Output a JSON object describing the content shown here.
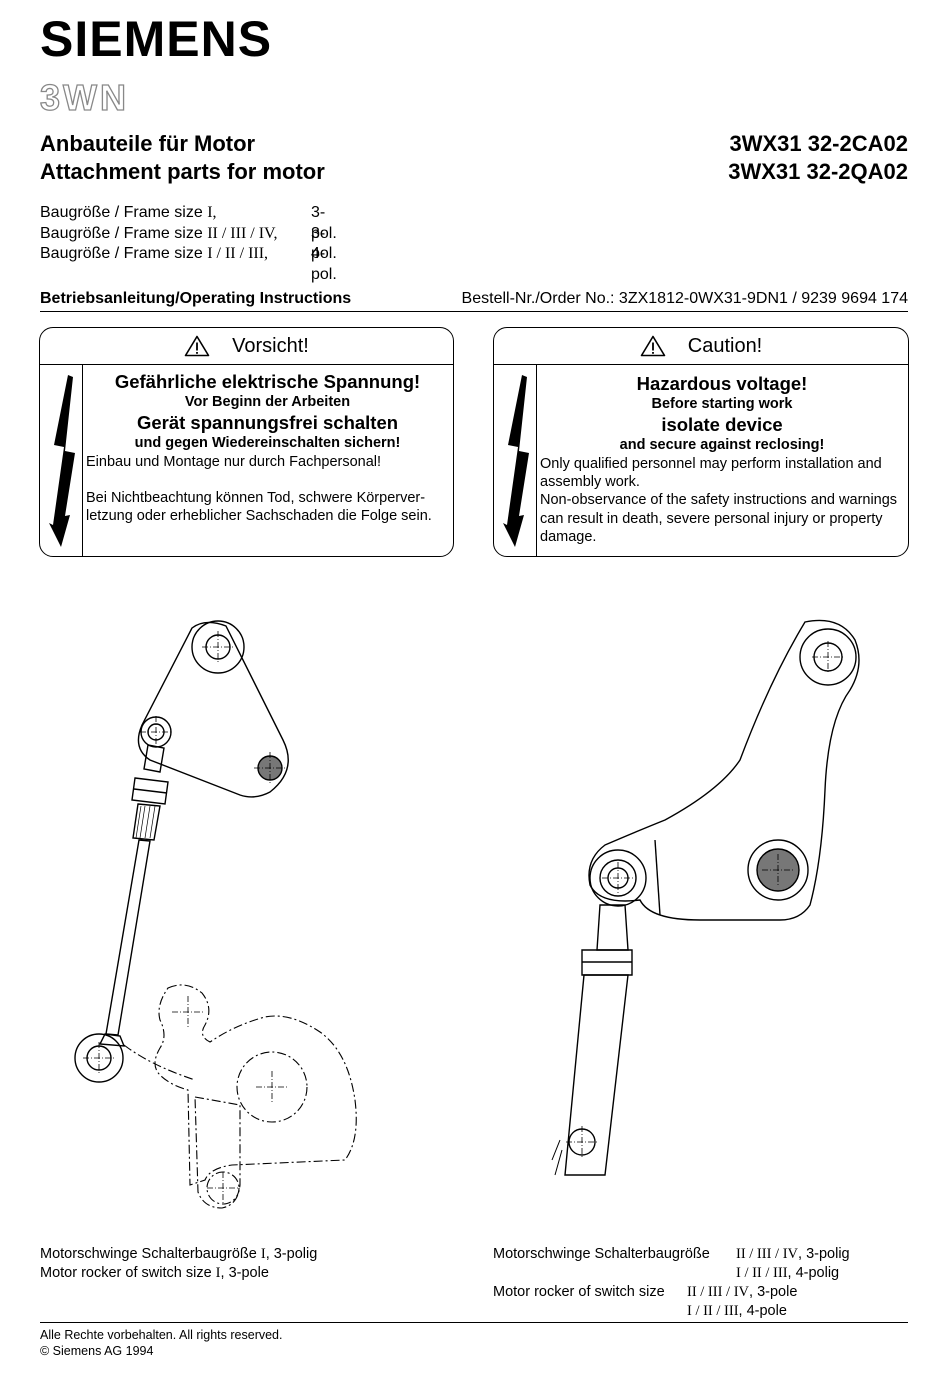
{
  "header": {
    "brand": "SIEMENS",
    "product": "3WN",
    "title_de": "Anbauteile für Motor",
    "title_en": "Attachment parts for motor",
    "order_1": "3WX31 32-2CA02",
    "order_2": "3WX31 32-2QA02"
  },
  "frame_sizes": [
    {
      "label": "Baugröße / Frame size",
      "sizes": "I,",
      "poles": "3-pol."
    },
    {
      "label": "Baugröße / Frame size",
      "sizes": "II / III / IV,",
      "poles": "3-pol."
    },
    {
      "label": "Baugröße / Frame size",
      "sizes": "I / II / III,",
      "poles": "4-pol."
    }
  ],
  "instructions_bar": {
    "left": "Betriebsanleitung/Operating Instructions",
    "right": "Bestell-Nr./Order No.: 3ZX1812-0WX31-9DN1 / 9239 9694 174"
  },
  "warning_de": {
    "title": "Vorsicht!",
    "l1": "Gefährliche elektrische Spannung!",
    "l2": "Vor Beginn der Arbeiten",
    "l3": "Gerät spannungsfrei schalten",
    "l4": "und gegen Wiedereinschalten sichern!",
    "l5": "Einbau und Montage nur durch Fachpersonal!",
    "l6": "Bei Nichtbeachtung können Tod, schwere Körperver-letzung oder erheblicher Sachschaden die Folge sein."
  },
  "warning_en": {
    "title": "Caution!",
    "l1": "Hazardous voltage!",
    "l2": "Before starting work",
    "l3": "isolate device",
    "l4": "and secure against reclosing!",
    "l5": "Only qualified personnel may perform installation and assembly work.",
    "l6": "Non-observance of the safety instructions and warnings can result in death, severe personal injury or property damage."
  },
  "captions": {
    "left_de_a": "Motorschwinge  Schalterbaugröße",
    "left_de_b": "I",
    "left_de_c": ", 3-polig",
    "left_en_a": "Motor rocker of switch size",
    "left_en_b": "I",
    "left_en_c": ", 3-pole",
    "right_de_a": "Motorschwinge  Schalterbaugröße",
    "right_de_b": "II / III / IV",
    "right_de_c": ", 3-polig",
    "right_de2_b": "I / II / III",
    "right_de2_c": ", 4-polig",
    "right_en_a": "Motor rocker of switch size",
    "right_en_b": "II / III / IV",
    "right_en_c": ", 3-pole",
    "right_en2_b": "I / II / III",
    "right_en2_c": ", 4-pole"
  },
  "footer": {
    "rights": "Alle Rechte vorbehalten. All rights reserved.",
    "copyright": "© Siemens AG 1994"
  },
  "icons": [
    "warning-triangle-icon",
    "lightning-bolt-icon"
  ]
}
